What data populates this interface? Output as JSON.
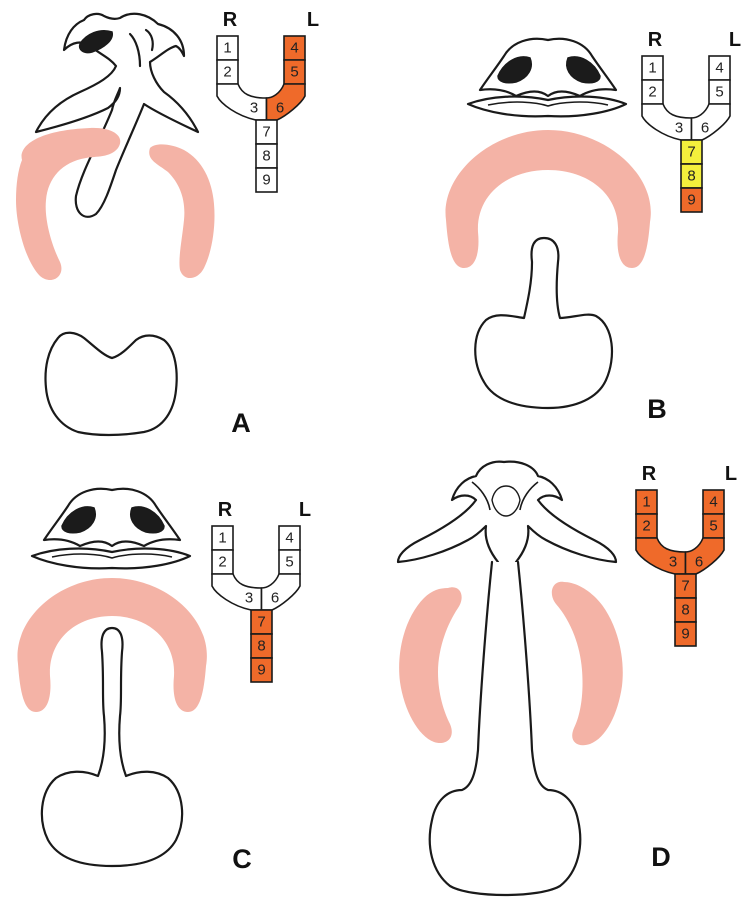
{
  "colors": {
    "muscle": "#f4b3a6",
    "affected": "#ef6a2a",
    "partial": "#f4ef3c",
    "normal": "#ffffff",
    "outline": "#1a1a1a",
    "nostril": "#1b1b1b"
  },
  "side_labels": {
    "right": "R",
    "left": "L"
  },
  "panels": [
    {
      "id": "A",
      "label": "A",
      "cells": {
        "1": "normal",
        "2": "normal",
        "3": "normal",
        "4": "affected",
        "5": "affected",
        "6": "affected",
        "7": "normal",
        "8": "normal",
        "9": "normal"
      }
    },
    {
      "id": "B",
      "label": "B",
      "cells": {
        "1": "normal",
        "2": "normal",
        "3": "normal",
        "4": "normal",
        "5": "normal",
        "6": "normal",
        "7": "partial",
        "8": "partial",
        "9": "affected"
      }
    },
    {
      "id": "C",
      "label": "C",
      "cells": {
        "1": "normal",
        "2": "normal",
        "3": "normal",
        "4": "normal",
        "5": "normal",
        "6": "normal",
        "7": "affected",
        "8": "affected",
        "9": "affected"
      }
    },
    {
      "id": "D",
      "label": "D",
      "cells": {
        "1": "affected",
        "2": "affected",
        "3": "affected",
        "4": "affected",
        "5": "affected",
        "6": "affected",
        "7": "affected",
        "8": "affected",
        "9": "affected"
      }
    }
  ],
  "cell_numbers": [
    "1",
    "2",
    "3",
    "4",
    "5",
    "6",
    "7",
    "8",
    "9"
  ]
}
